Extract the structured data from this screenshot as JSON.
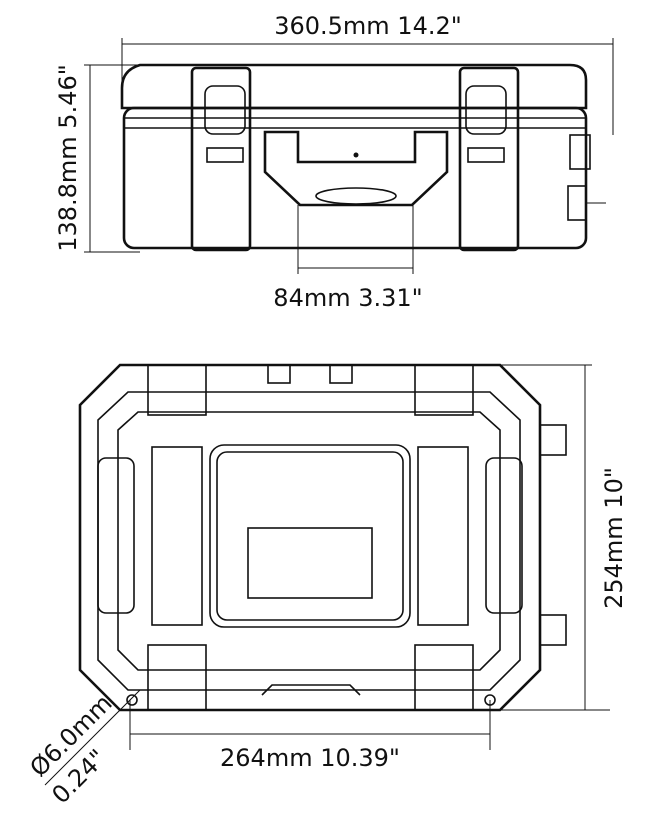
{
  "front_view": {
    "width_label": "360.5mm  14.2\"",
    "height_label": "138.8mm  5.46\"",
    "handle_label": "84mm  3.31\""
  },
  "top_view": {
    "depth_label": "254mm  10\"",
    "width_label": "264mm  10.39\"",
    "hole_label_mm": "Ø6.0mm",
    "hole_label_in": "0.24\""
  }
}
